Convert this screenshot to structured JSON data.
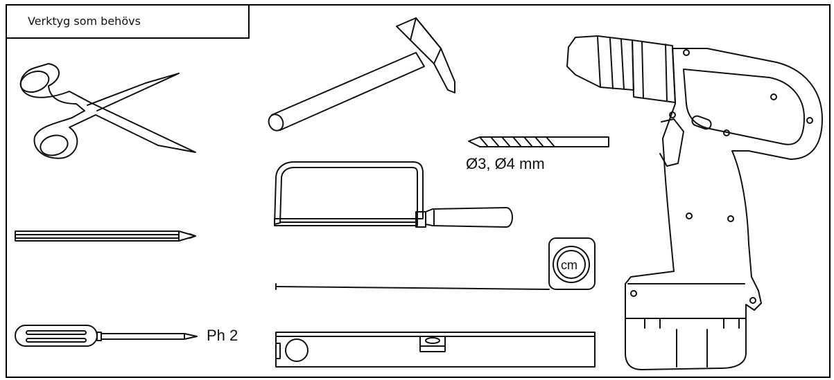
{
  "title": "Verktyg som behövs",
  "tools": {
    "drill_bit_size": "Ø3, Ø4 mm",
    "screwdriver_size": "Ph 2",
    "tape_unit": "cm"
  },
  "icons": [
    "scissors-icon",
    "pencil-icon",
    "screwdriver-icon",
    "hammer-icon",
    "drill-bit-icon",
    "hacksaw-icon",
    "tape-measure-icon",
    "spirit-level-icon",
    "cordless-drill-icon"
  ]
}
